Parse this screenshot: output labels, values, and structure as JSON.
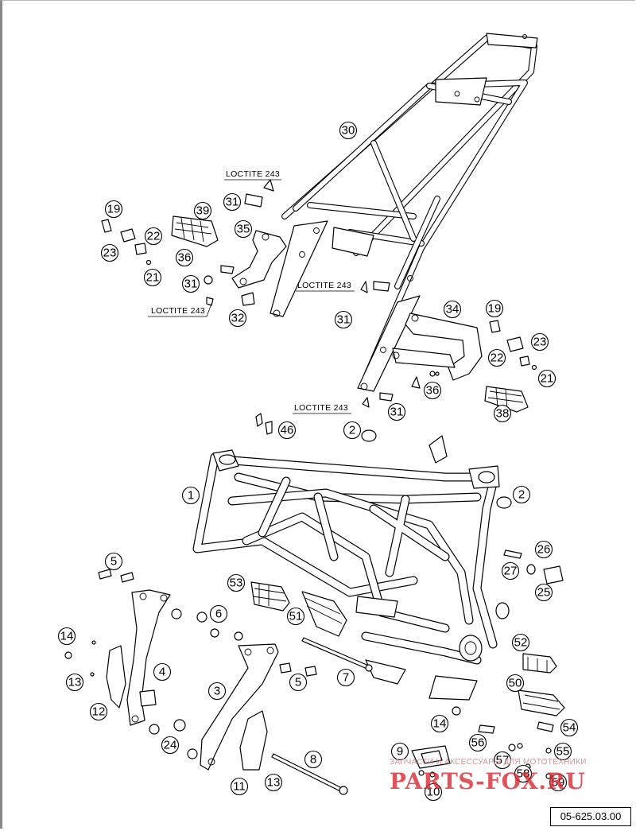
{
  "document": {
    "reference_number": "05-625.03.00",
    "watermark": {
      "tagline": "ЗАПЧАСТИ И АКСЕССУАРЫ ДЛЯ МОТОТЕХНИКИ",
      "brand": "PARTS-FOX.RU"
    }
  },
  "annotations": {
    "loctite_1": "LOCTITE 243",
    "loctite_2": "LOCTITE 243",
    "loctite_3": "LOCTITE 243",
    "loctite_4": "LOCTITE 243"
  },
  "callouts": {
    "c1": "1",
    "c2a": "2",
    "c2b": "2",
    "c3": "3",
    "c4": "4",
    "c5a": "5",
    "c5b": "5",
    "c6": "6",
    "c7": "7",
    "c8": "8",
    "c9": "9",
    "c10": "10",
    "c11": "11",
    "c12": "12",
    "c13a": "13",
    "c13b": "13",
    "c14a": "14",
    "c14b": "14",
    "c19a": "19",
    "c19b": "19",
    "c21a": "21",
    "c21b": "21",
    "c22a": "22",
    "c22b": "22",
    "c23a": "23",
    "c23b": "23",
    "c24": "24",
    "c25": "25",
    "c26": "26",
    "c27": "27",
    "c30": "30",
    "c31a": "31",
    "c31b": "31",
    "c31c": "31",
    "c31d": "31",
    "c32": "32",
    "c34": "34",
    "c35": "35",
    "c36a": "36",
    "c36b": "36",
    "c38": "38",
    "c39": "39",
    "c46": "46",
    "c50": "50",
    "c51": "51",
    "c52": "52",
    "c53": "53",
    "c54": "54",
    "c55": "55",
    "c56": "56",
    "c57": "57",
    "c58": "58",
    "c59": "59"
  }
}
